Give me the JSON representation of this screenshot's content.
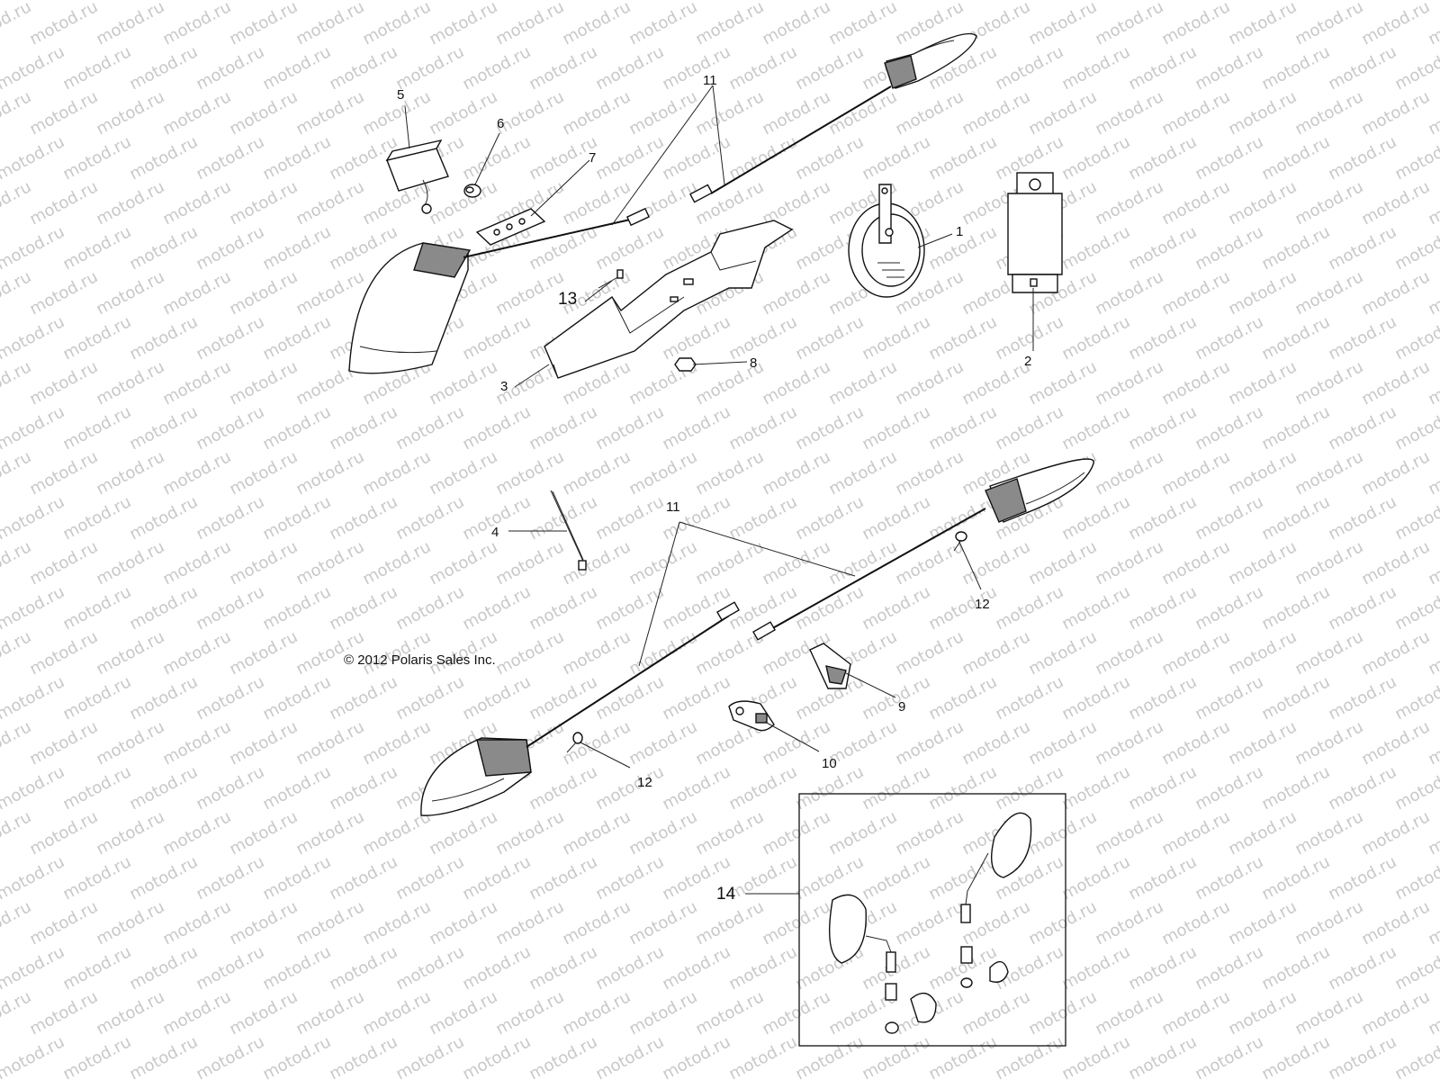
{
  "watermark": {
    "text": "motod.ru",
    "color": "#c8c8c8"
  },
  "copyright": "© 2012 Polaris Sales Inc.",
  "callouts": [
    {
      "id": "c1",
      "text": "1"
    },
    {
      "id": "c2",
      "text": "2"
    },
    {
      "id": "c3",
      "text": "3"
    },
    {
      "id": "c4",
      "text": "4"
    },
    {
      "id": "c5",
      "text": "5"
    },
    {
      "id": "c6",
      "text": "6"
    },
    {
      "id": "c7",
      "text": "7"
    },
    {
      "id": "c8",
      "text": "8"
    },
    {
      "id": "c9",
      "text": "9"
    },
    {
      "id": "c10",
      "text": "10"
    },
    {
      "id": "c11a",
      "text": "11"
    },
    {
      "id": "c11b",
      "text": "11"
    },
    {
      "id": "c12a",
      "text": "12"
    },
    {
      "id": "c12b",
      "text": "12"
    },
    {
      "id": "c13",
      "text": "13"
    },
    {
      "id": "c14",
      "text": "14"
    }
  ]
}
